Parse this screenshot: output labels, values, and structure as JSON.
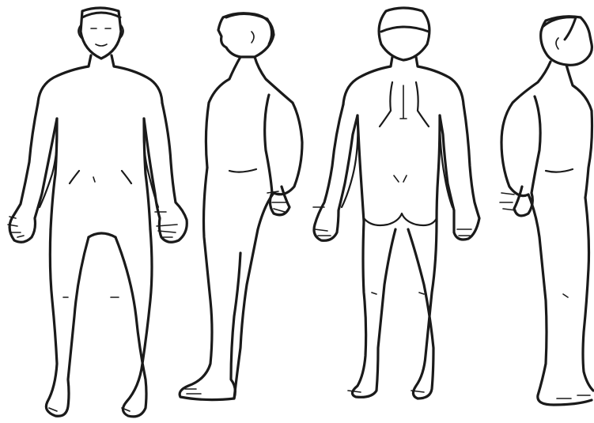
{
  "diagram": {
    "type": "body-outline-chart",
    "views": [
      {
        "id": "anterior",
        "icon": "front-view-figure-icon"
      },
      {
        "id": "lateral-right",
        "icon": "side-view-figure-icon"
      },
      {
        "id": "posterior",
        "icon": "back-view-figure-icon"
      },
      {
        "id": "lateral-left",
        "icon": "side-view-figure-icon"
      }
    ],
    "line_color": "#1a1a1a",
    "background": "#ffffff"
  }
}
